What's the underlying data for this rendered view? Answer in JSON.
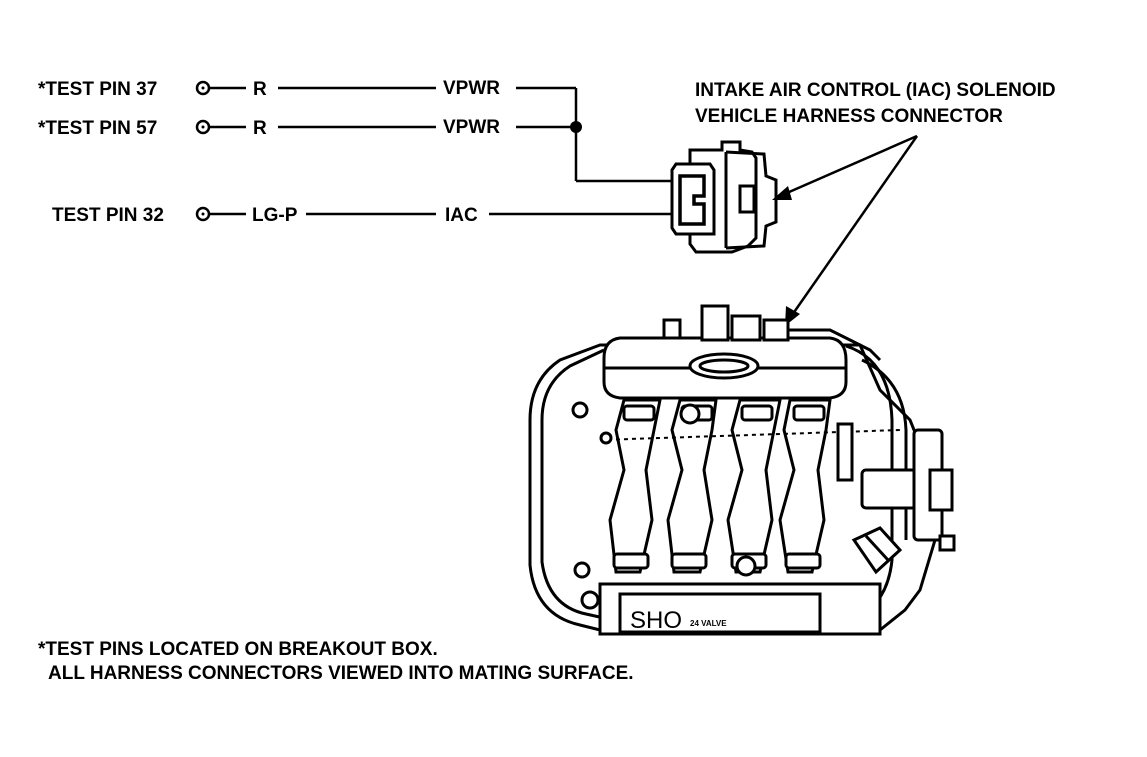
{
  "pins": [
    {
      "label": "*TEST PIN 37",
      "color": "R",
      "signal": "VPWR"
    },
    {
      "label": "*TEST PIN 57",
      "color": "R",
      "signal": "VPWR"
    },
    {
      "label": "TEST PIN 32",
      "color": "LG-P",
      "signal": "IAC"
    }
  ],
  "connector_title": {
    "line1": "INTAKE AIR CONTROL (IAC) SOLENOID",
    "line2": "VEHICLE HARNESS CONNECTOR"
  },
  "engine": {
    "badge": "SHO",
    "badge_sub": "24 VALVE"
  },
  "footnote": {
    "line1": "*TEST PINS LOCATED ON BREAKOUT BOX.",
    "line2": "ALL HARNESS CONNECTORS VIEWED INTO MATING SURFACE."
  }
}
